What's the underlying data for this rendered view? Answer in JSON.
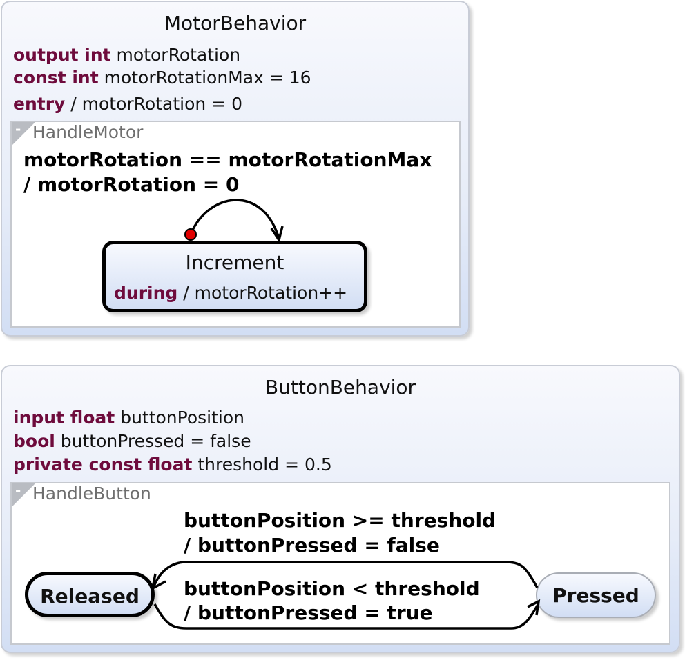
{
  "motor": {
    "title": "MotorBehavior",
    "decl1": {
      "kw": "output int",
      "text": " motorRotation"
    },
    "decl2": {
      "kw": "const int",
      "text": " motorRotationMax = 16"
    },
    "decl3": {
      "kw": "entry",
      "text": " / motorRotation = 0"
    },
    "region": {
      "collapse": "-",
      "title": "HandleMotor"
    },
    "transition": {
      "line1": "motorRotation == motorRotationMax",
      "line2": "/ motorRotation = 0"
    },
    "state": {
      "title": "Increment",
      "kw": "during",
      "action": " / motorRotation++"
    }
  },
  "button": {
    "title": "ButtonBehavior",
    "decl1": {
      "kw": "input float",
      "text": " buttonPosition"
    },
    "decl2": {
      "kw": "bool",
      "text": " buttonPressed = false"
    },
    "decl3": {
      "kw": "private const float",
      "text": " threshold = 0.5"
    },
    "region": {
      "collapse": "-",
      "title": "HandleButton"
    },
    "transition_top": {
      "line1": "buttonPosition >= threshold",
      "line2": "/ buttonPressed = false"
    },
    "transition_bottom": {
      "line1": "buttonPosition < threshold",
      "line2": "/ buttonPressed = true"
    },
    "released": "Released",
    "pressed": "Pressed"
  },
  "colors": {
    "keyword": "#6e0b3c",
    "initial_dot": "#e00000",
    "region_border": "#c8ccd6"
  }
}
